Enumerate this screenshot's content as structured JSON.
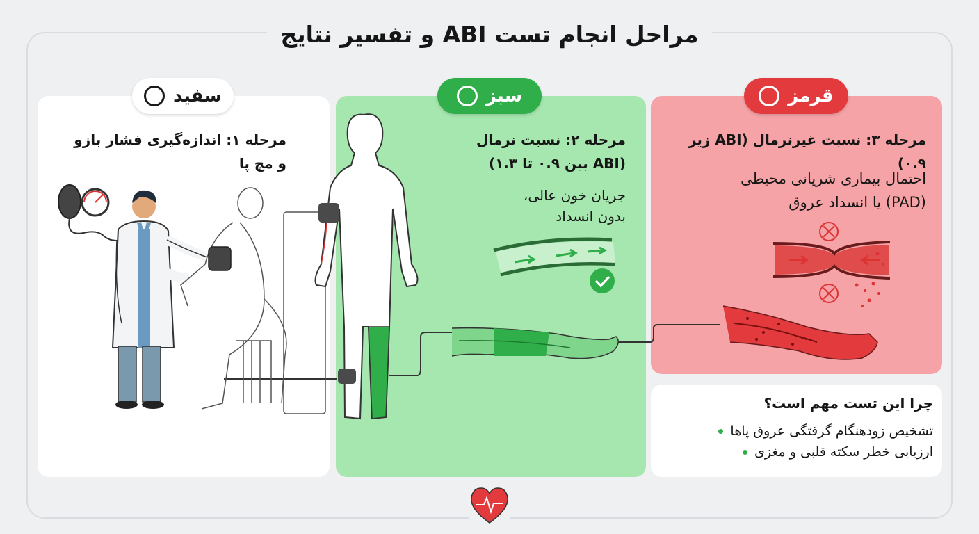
{
  "title": "مراحل انجام تست ABI و تفسیر نتایج",
  "stages": [
    {
      "pill": "سفید",
      "heading_line1": "مرحله ۱: اندازه‌گیری فشار بازو",
      "heading_line2": "و مچ پا"
    },
    {
      "pill": "سبز",
      "heading_line1": "مرحله ۲: نسبت نرمال",
      "heading_line2": "(ABI بین ۰.۹ تا ۱.۳)",
      "body_line1": "جریان خون عالی،",
      "body_line2": "بدون انسداد"
    },
    {
      "pill": "قرمز",
      "heading_line1": "مرحله ۳: نسبت غیرنرمال (ABI زیر ۰.۹)",
      "body_line1": "احتمال بیماری شریانی محیطی",
      "body_line2": "(PAD) یا انسداد عروق"
    }
  ],
  "why": {
    "title": "چرا این تست مهم است؟",
    "items": [
      "تشخیص زودهنگام گرفتگی عروق پاها",
      "ارزیابی خطر سکته قلبی و مغزی"
    ]
  },
  "colors": {
    "white_panel": "#ffffff",
    "green_panel": "#a6e6af",
    "green_accent": "#2fae4a",
    "red_panel": "#f5a3a6",
    "red_accent": "#e23a3d",
    "background": "#eef0f2"
  },
  "icons": [
    "blood-pressure-gauge-icon",
    "check-icon",
    "blocked-icon",
    "heart-pulse-icon"
  ]
}
